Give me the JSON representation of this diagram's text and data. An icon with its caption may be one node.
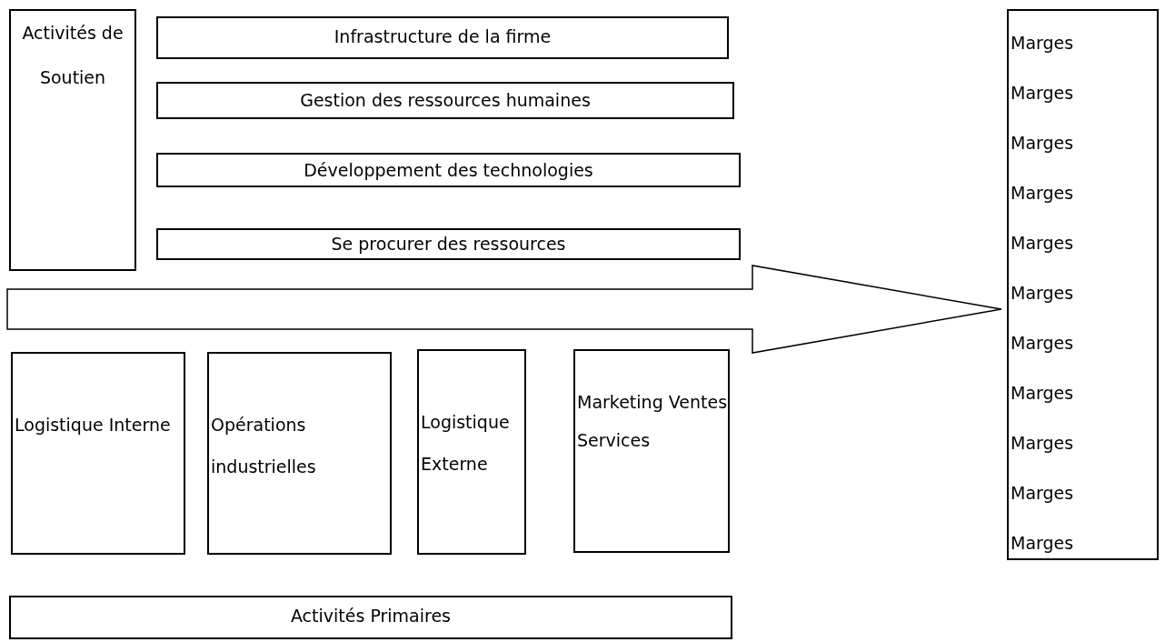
{
  "diagram": {
    "nodes": [
      {
        "text": [
          "Activités de Soutien"
        ]
      },
      {
        "text": [
          "Infrastructure de la firme"
        ]
      },
      {
        "text": [
          "Gestion des ressources humaines"
        ]
      },
      {
        "text": [
          "Développement des technologies"
        ]
      },
      {
        "text": [
          "Se procurer des ressources"
        ]
      },
      {
        "text": [
          "Logistique Interne"
        ]
      },
      {
        "text": [
          "Opérations industrielles"
        ]
      },
      {
        "text": [
          "Logistique Externe"
        ]
      },
      {
        "text": [
          "Marketing Ventes Services"
        ]
      },
      {
        "text": [
          "Marges",
          "Marges",
          "Marges",
          "Marges",
          "Marges",
          "Marges",
          "Marges",
          "Marges",
          "Marges",
          "Marges",
          "Marges"
        ]
      },
      {
        "text": [
          "Activités Primaires"
        ]
      }
    ],
    "edges": [
      {
        "from": null,
        "to": 9,
        "arrow": "to",
        "style": "thick"
      }
    ]
  }
}
